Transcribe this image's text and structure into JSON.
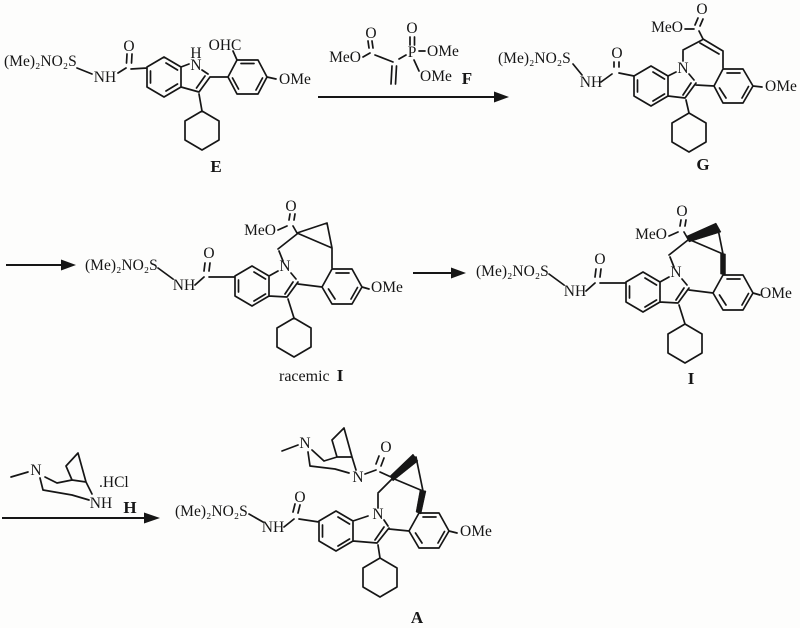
{
  "background": "#fdfdfc",
  "ink": "#161616",
  "compounds": {
    "e": {
      "sulfonamide": "(Me)₂NO₂S",
      "nh": "NH",
      "amide_o": "O",
      "indole_h": "H",
      "indole_n": "N",
      "cho": "OHC",
      "ome": "OMe",
      "label": "E"
    },
    "f": {
      "meo": "MeO",
      "ester_o": "O",
      "p": "P",
      "p_o": "O",
      "ome_upper": "OMe",
      "ome_lower": "OMe",
      "label": "F"
    },
    "g": {
      "sulfonamide": "(Me)₂NO₂S",
      "nh": "NH",
      "amide_o": "O",
      "meo": "MeO",
      "ester_o": "O",
      "azepine_n": "N",
      "ome": "OMe",
      "label": "G"
    },
    "racemic_i": {
      "sulfonamide": "(Me)₂NO₂S",
      "nh": "NH",
      "amide_o": "O",
      "meo": "MeO",
      "ester_o": "O",
      "azepine_n": "N",
      "ome": "OMe",
      "label_prefix": "racemic",
      "label": "I"
    },
    "i": {
      "sulfonamide": "(Me)₂NO₂S",
      "nh": "NH",
      "amide_o": "O",
      "meo": "MeO",
      "ester_o": "O",
      "azepine_n": "N",
      "ome": "OMe",
      "label": "I"
    },
    "h": {
      "amine_n": "N",
      "amine_nh": "NH",
      "salt": ".HCl",
      "label": "H"
    },
    "a": {
      "sulfonamide": "(Me)₂NO₂S",
      "nh": "NH",
      "amide_o": "O",
      "amine_n": "N",
      "amide_n": "N",
      "ketone_o": "O",
      "azepine_n": "N",
      "ome": "OMe",
      "label": "A"
    }
  }
}
